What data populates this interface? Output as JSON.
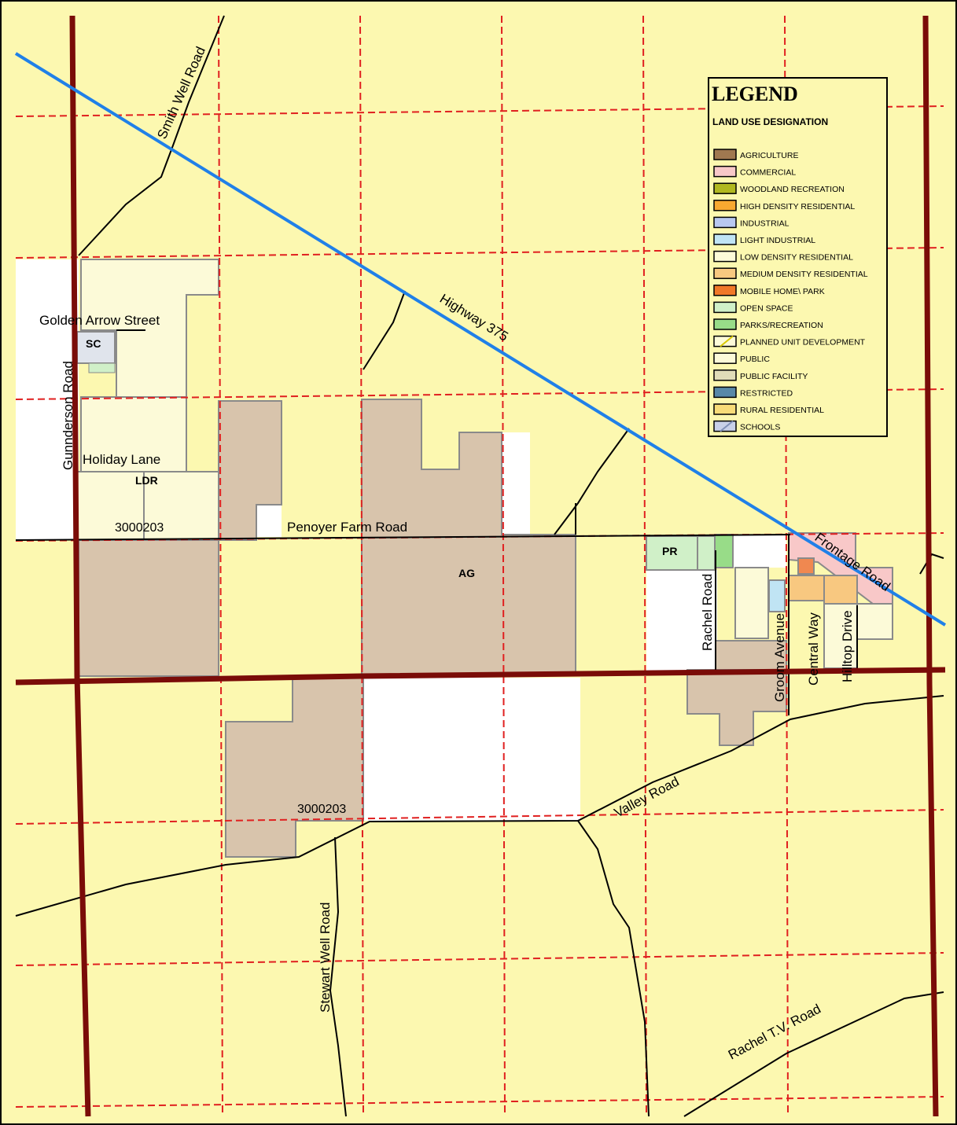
{
  "legend": {
    "title": "LEGEND",
    "subtitle": "LAND USE DESIGNATION",
    "items": [
      {
        "label": "AGRICULTURE",
        "color": "#a07850"
      },
      {
        "label": "COMMERCIAL",
        "color": "#f8c8c8"
      },
      {
        "label": "WOODLAND RECREATION",
        "color": "#b0b820"
      },
      {
        "label": "HIGH DENSITY RESIDENTIAL",
        "color": "#f8a830"
      },
      {
        "label": "INDUSTRIAL",
        "color": "#b8c8f0"
      },
      {
        "label": "LIGHT INDUSTRIAL",
        "color": "#c0e4f4"
      },
      {
        "label": "LOW DENSITY RESIDENTIAL",
        "color": "#fcfad8"
      },
      {
        "label": "MEDIUM DENSITY RESIDENTIAL",
        "color": "#f8c880"
      },
      {
        "label": "MOBILE HOME\\ PARK",
        "color": "#f07828"
      },
      {
        "label": "OPEN SPACE",
        "color": "#d0f0c8"
      },
      {
        "label": "PARKS/RECREATION",
        "color": "#98dc88"
      },
      {
        "label": "PLANNED UNIT DEVELOPMENT",
        "color": "#fcfad8"
      },
      {
        "label": "PUBLIC",
        "color": "#fcfad8"
      },
      {
        "label": "PUBLIC FACILITY",
        "color": "#e0dcb8"
      },
      {
        "label": "RESTRICTED",
        "color": "#5888a8"
      },
      {
        "label": "RURAL RESIDENTIAL",
        "color": "#f8dc78"
      },
      {
        "label": "SCHOOLS",
        "color": "#c8d0e8"
      }
    ]
  },
  "roads": {
    "smith_well": "Smith Well Road",
    "golden_arrow": "Golden Arrow Street",
    "gunnderson": "Gunnderson Road",
    "holiday": "Holiday Lane",
    "penoyer": "Penoyer Farm Road",
    "highway": "Highway 375",
    "frontage": "Frontage Road",
    "rachel": "Rachel Road",
    "groom": "Groom Avenue",
    "central": "Central Way",
    "hilltop": "Hilltop Drive",
    "valley": "Valley Road",
    "stewart": "Stewart Well Road",
    "rachel_tv": "Rachel T.V. Road"
  },
  "zones": {
    "sc": "SC",
    "ldr": "LDR",
    "ag": "AG",
    "pr": "PR"
  },
  "parcels": {
    "north": "3000203",
    "south": "3000203"
  },
  "colors": {
    "background": "#fcf8b0",
    "agriculture": "#d8c4ac",
    "low_density": "#fcfad8",
    "open_space": "#d0f0c8",
    "highway": "#2080e8",
    "major_road": "#7a0c08",
    "section_line": "#e02020"
  }
}
